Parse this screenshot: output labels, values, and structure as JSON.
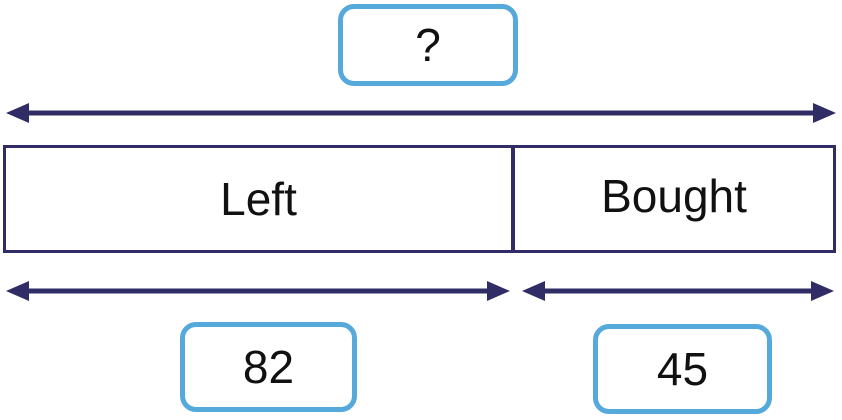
{
  "diagram": {
    "total_label": "?",
    "segments": [
      {
        "label": "Left",
        "value": "82"
      },
      {
        "label": "Bought",
        "value": "45"
      }
    ]
  },
  "colors": {
    "navy": "#2f2c66",
    "blue": "#55a9db",
    "text": "#111111",
    "background": "#ffffff"
  }
}
